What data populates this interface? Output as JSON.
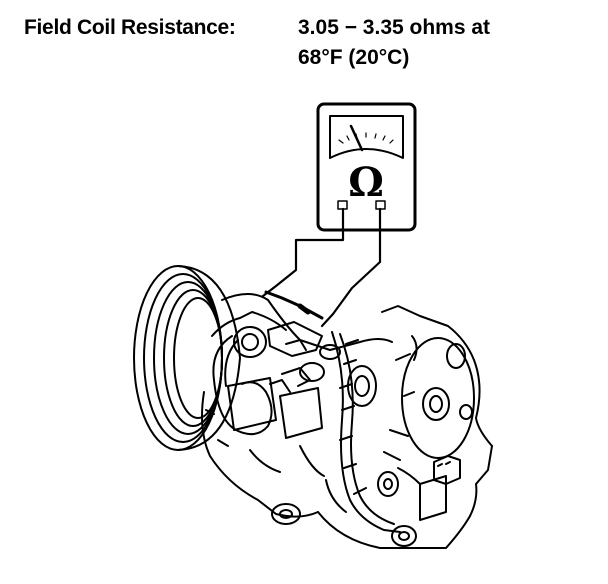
{
  "spec": {
    "label": "Field Coil Resistance:",
    "value_line1": "3.05 − 3.35 ohms at",
    "value_line2": "68°F (20°C)"
  },
  "meter": {
    "symbol": "Ω",
    "icon": "ohmmeter-icon"
  },
  "illustration": {
    "icon": "ac-compressor-field-coil-icon"
  }
}
